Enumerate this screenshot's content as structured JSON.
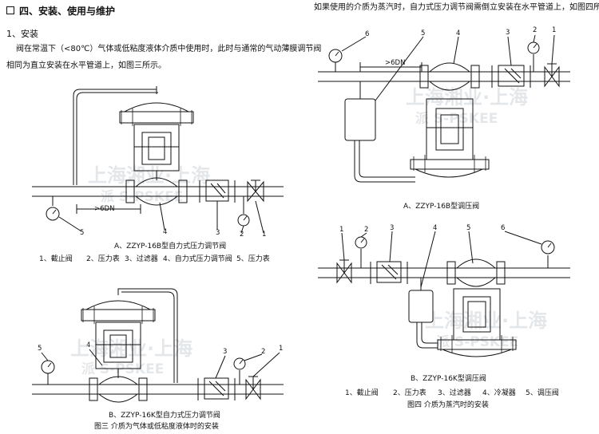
{
  "section": {
    "title": "四、安装、使用与维护",
    "sub": "1、安装",
    "para_line1": "阀在常温下（<80℃）气体或低粘度液体介质中使用时，此时与通常的气动薄膜调节阀",
    "para_line2": "相同为直立安装在水平管道上，如图三所示。",
    "para_right": "如果使用的介质为蒸汽时，自力式压力调节阀需倒立安装在水平管道上，如图四所示。"
  },
  "figA": {
    "caption": "A、ZZYP-16B型自力式压力调节阀",
    "dim": ">6DN",
    "legend": [
      "1、截止阀",
      "2、压力表",
      "3、过滤器",
      "4、自力式压力调节阀",
      "5、压力表"
    ],
    "labels": [
      "1",
      "2",
      "3",
      "4",
      "5"
    ]
  },
  "figB": {
    "caption": "B、ZZYP-16K型自力式压力调节阀",
    "labels": [
      "5",
      "4",
      "3",
      "2",
      "1"
    ],
    "fig_caption": "图三  介质为气体或低粘度液体时的安装"
  },
  "figTopRight": {
    "caption": "A、ZZYP-16B型调压阀",
    "dim": ">6DN",
    "labels": [
      "6",
      "5",
      "4",
      "3",
      "2",
      "1"
    ]
  },
  "figBottomRight": {
    "caption": "B、ZZYP-16K型调压阀",
    "labels": [
      "1",
      "2",
      "3",
      "4",
      "5",
      "6"
    ],
    "legend": [
      "1、截止阀",
      "2、压力表",
      "3、过滤器",
      "4、冷凝器",
      "5、调压阀"
    ],
    "fig_caption": "图四  介质为蒸汽时的安装"
  },
  "watermark": {
    "line1": "上海湘业·上海",
    "line2": "派 S-PSKEE"
  }
}
